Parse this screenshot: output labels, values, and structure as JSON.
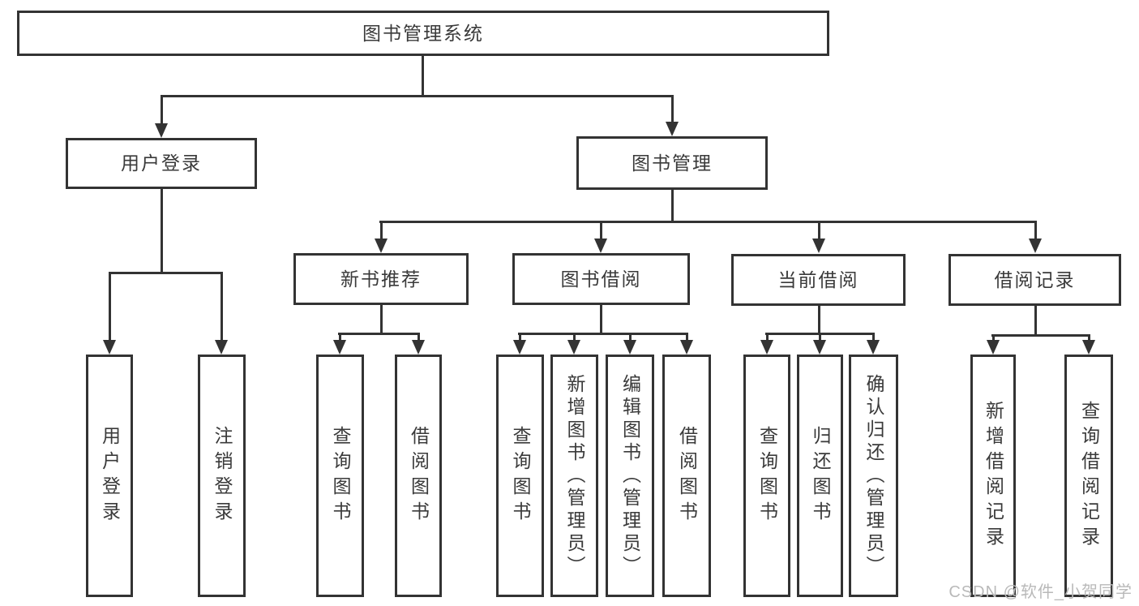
{
  "diagram": {
    "root": {
      "label": "图书管理系统"
    },
    "branches": [
      {
        "label": "用户登录",
        "children": [
          {
            "label": "用户登录"
          },
          {
            "label": "注销登录"
          }
        ]
      },
      {
        "label": "图书管理",
        "children": [
          {
            "label": "新书推荐",
            "children": [
              {
                "label": "查询图书"
              },
              {
                "label": "借阅图书"
              }
            ]
          },
          {
            "label": "图书借阅",
            "children": [
              {
                "label": "查询图书"
              },
              {
                "label": "新增图书（管理员）"
              },
              {
                "label": "编辑图书（管理员）"
              },
              {
                "label": "借阅图书"
              }
            ]
          },
          {
            "label": "当前借阅",
            "children": [
              {
                "label": "查询图书"
              },
              {
                "label": "归还图书"
              },
              {
                "label": "确认归还（管理员）"
              }
            ]
          },
          {
            "label": "借阅记录",
            "children": [
              {
                "label": "新增借阅记录"
              },
              {
                "label": "查询借阅记录"
              }
            ]
          }
        ]
      }
    ]
  },
  "watermark": {
    "text": "CSDN @软件_小贺同学"
  },
  "colors": {
    "background": "#ffffff",
    "line": "#333333",
    "text": "#3a3a3a",
    "box_fill": "#ffffff",
    "watermark": "#b9b9b9"
  }
}
